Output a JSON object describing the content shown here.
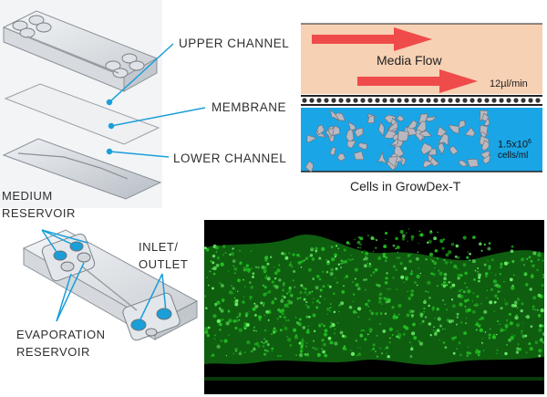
{
  "labels": {
    "upper_channel": "Upper Channel",
    "membrane": "Membrane",
    "lower_channel": "Lower Channel",
    "medium_reservoir_line1": "Medium",
    "medium_reservoir_line2": "Reservoir",
    "inlet_outlet_line1": "Inlet/",
    "inlet_outlet_line2": "Outlet",
    "evaporation_reservoir_line1": "Evaporation",
    "evaporation_reservoir_line2": "Reservoir"
  },
  "schematic": {
    "media_flow": "Media Flow",
    "flow_rate": "12µl/min",
    "cell_density_line1": "1.5x10",
    "cell_density_exp": "6",
    "cell_density_line2": "cells/ml",
    "caption": "Cells in GrowDex-T"
  },
  "colors": {
    "upper_media": "#f7d1b4",
    "lower_gel": "#1aa6e6",
    "flow_arrow": "#ef4b4b",
    "leader_line": "#1a9fd8",
    "fluorescence": "#22c020",
    "cells": "#b8b8c0"
  }
}
